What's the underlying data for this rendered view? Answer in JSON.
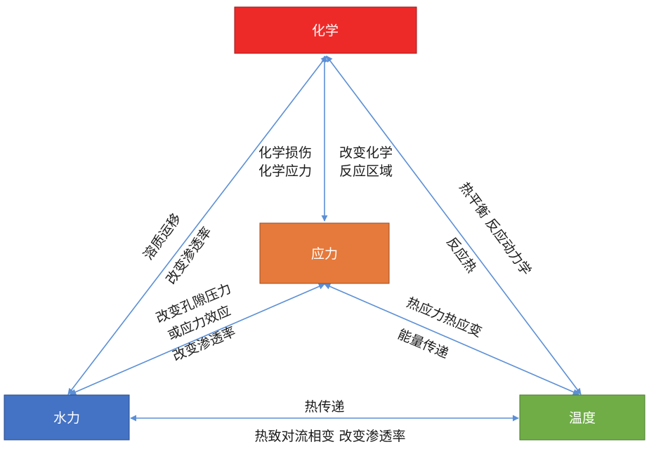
{
  "colors": {
    "chemistry": "#ee2a29",
    "stress": "#e57a3c",
    "water": "#4472c4",
    "temperature": "#70ad47",
    "arrow": "#5b8fd6",
    "text": "#1a1a1a",
    "node_text": "#ffffff"
  },
  "nodes": {
    "chemistry": "化学",
    "stress": "应力",
    "water": "水力",
    "temperature": "温度"
  },
  "edges": {
    "chem_to_stress_left": [
      "化学损伤",
      "化学应力"
    ],
    "chem_to_stress_right": [
      "改变化学",
      "反应区域"
    ],
    "water_chem_outer": "溶质运移",
    "water_chem_inner": "改变渗透率",
    "temp_chem_outer": "热平衡  反应动力学",
    "temp_chem_inner": "反应热",
    "water_stress": [
      "改变孔隙压力",
      "或应力效应",
      "改变渗透率"
    ],
    "temp_stress_outer": "热应力热应变",
    "temp_stress_inner": "能量传递",
    "water_temp_top": "热传递",
    "water_temp_bottom": "热致对流相变  改变渗透率"
  }
}
